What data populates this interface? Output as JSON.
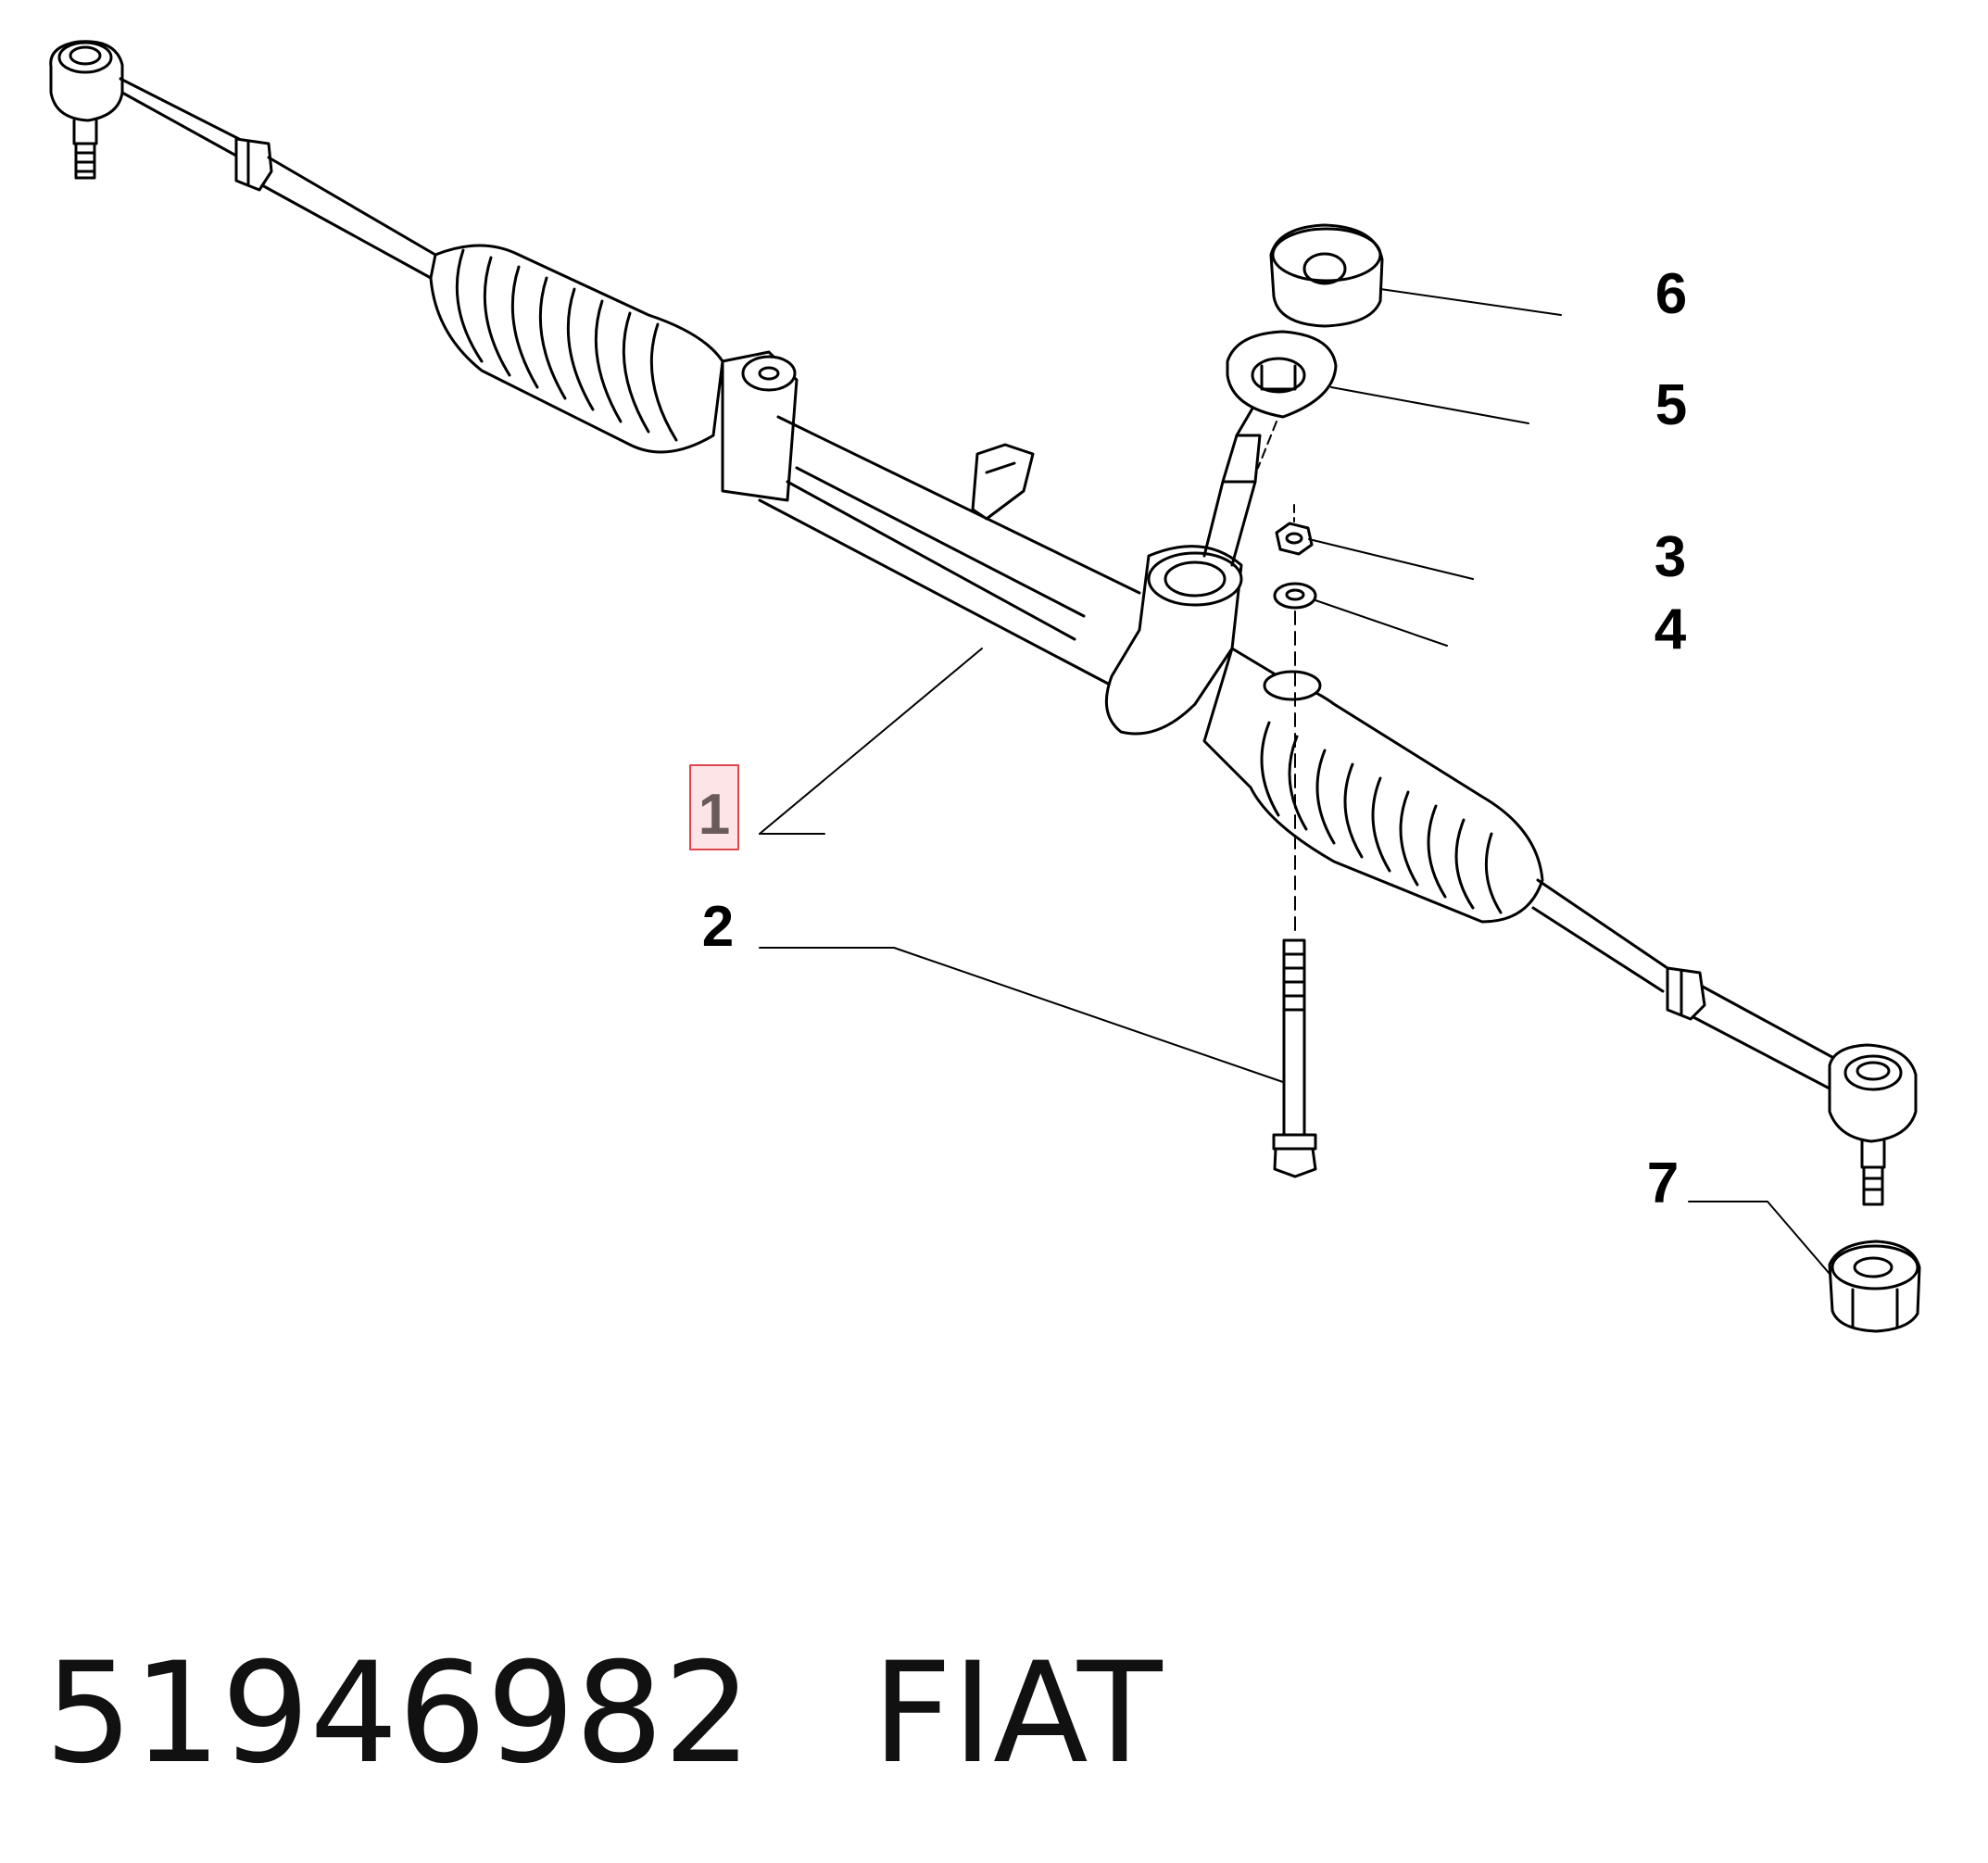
{
  "callouts": [
    {
      "id": "1",
      "label": "1",
      "highlighted": true
    },
    {
      "id": "2",
      "label": "2"
    },
    {
      "id": "3",
      "label": "3"
    },
    {
      "id": "4",
      "label": "4"
    },
    {
      "id": "5",
      "label": "5"
    },
    {
      "id": "6",
      "label": "6"
    },
    {
      "id": "7",
      "label": "7"
    }
  ],
  "footer": {
    "part_number": "51946982",
    "brand": "FIAT"
  },
  "colors": {
    "line": "#000000",
    "highlight_border": "#e0464c",
    "highlight_fill": "#fde4e6",
    "highlight_text": "#6a5a5a"
  }
}
